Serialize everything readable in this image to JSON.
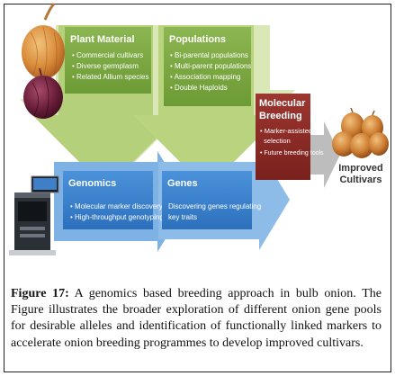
{
  "figure": {
    "plant_material": {
      "title": "Plant Material",
      "items": [
        "• Commercial cultivars",
        "• Diverse germplasm",
        "• Related Allium species"
      ]
    },
    "populations": {
      "title": "Populations",
      "items": [
        "• Bi-parental populations",
        "• Multi-parent populations",
        "• Association mapping",
        "• Double Haploids"
      ]
    },
    "molecular_breeding": {
      "title_line1": "Molecular",
      "title_line2": "Breeding",
      "items": [
        "• Marker-assisted",
        "  selection",
        "• Future breeding tools"
      ]
    },
    "genomics": {
      "title": "Genomics",
      "items": [
        "• Molecular marker discovery",
        "• High-throughput genotyping"
      ]
    },
    "genes": {
      "title": "Genes",
      "items": [
        "Discovering genes regulating",
        "key traits"
      ]
    },
    "outcome": {
      "line1": "Improved",
      "line2": "Cultivars"
    },
    "colors": {
      "green_box": "#7aa640",
      "green_arrow": "#bcd57e",
      "blue_box": "#3a83cf",
      "blue_arrow": "#6fa9e0",
      "red_box": "#8a2a25"
    }
  },
  "caption": {
    "label": "Figure 17:",
    "text": " A genomics based breeding approach in bulb onion. The Figure illustrates the broader exploration of different onion gene pools for desirable alleles and identification of functionally linked markers to  accelerate  onion  breeding programmes  to  develop  improved cultivars."
  }
}
